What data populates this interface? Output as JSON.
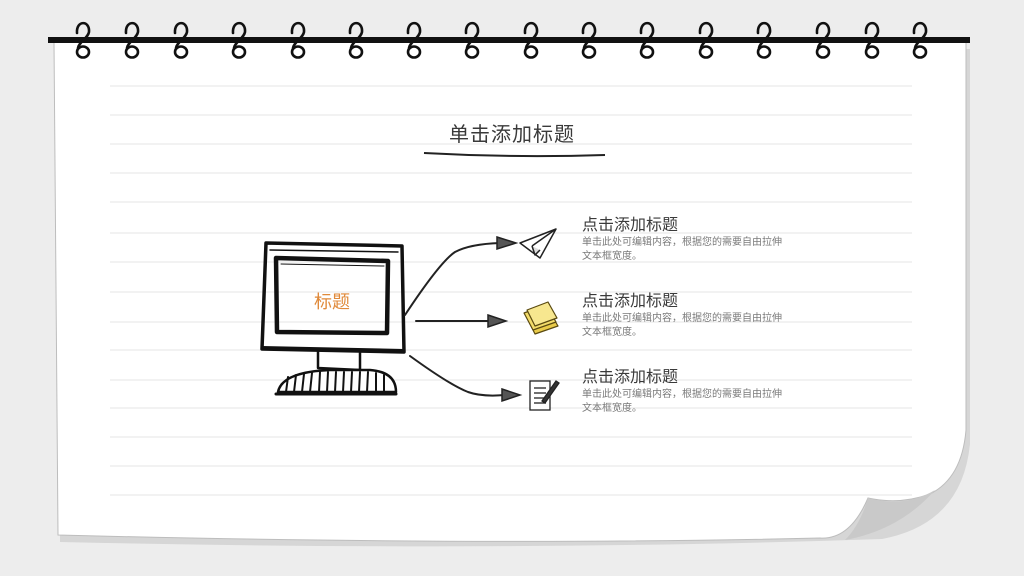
{
  "slide": {
    "title": "单击添加标题",
    "monitor_label": "标题",
    "items": [
      {
        "title": "点击添加标题",
        "desc": "单击此处可编辑内容，根据您的需要自由拉伸文本框宽度。",
        "icon": "paper-plane-icon"
      },
      {
        "title": "点击添加标题",
        "desc": "单击此处可编辑内容，根据您的需要自由拉伸文本框宽度。",
        "icon": "sticky-notes-icon"
      },
      {
        "title": "点击添加标题",
        "desc": "单击此处可编辑内容，根据您的需要自由拉伸文本框宽度。",
        "icon": "notepad-pencil-icon"
      }
    ]
  },
  "colors": {
    "background": "#ededed",
    "paper": "#ffffff",
    "accent": "#e08a3a",
    "ink": "#1a1a1a",
    "note_yellow": "#f3dc6a"
  }
}
